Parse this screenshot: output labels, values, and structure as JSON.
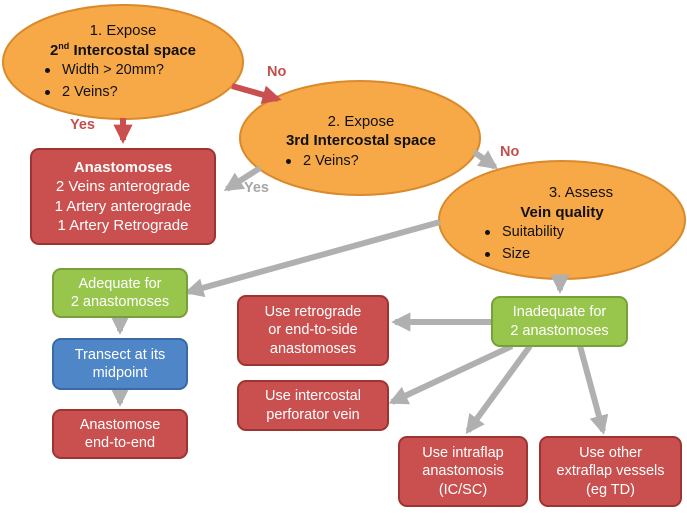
{
  "nodes": {
    "step1": {
      "title": "1. Expose",
      "subtitle_ord": "2",
      "subtitle_sup": "nd",
      "subtitle_rest": " Intercostal space",
      "bullets": [
        "Width > 20mm?",
        "2 Veins?"
      ]
    },
    "step2": {
      "title": "2. Expose",
      "subtitle": "3rd Intercostal space",
      "bullets": [
        "2 Veins?"
      ]
    },
    "step3": {
      "title": "3. Assess",
      "subtitle": "Vein quality",
      "bullets": [
        "Suitability",
        "Size"
      ]
    },
    "anastomoses": {
      "title": "Anastomoses",
      "lines": [
        "2 Veins anterograde",
        "1 Artery anterograde",
        "1 Artery Retrograde"
      ]
    },
    "adequate": {
      "lines": [
        "Adequate for",
        "2 anastomoses"
      ]
    },
    "transect": {
      "lines": [
        "Transect at its",
        "midpoint"
      ]
    },
    "end_to_end": {
      "lines": [
        "Anastomose",
        "end-to-end"
      ]
    },
    "inadequate": {
      "lines": [
        "Inadequate for",
        "2 anastomoses"
      ]
    },
    "retrograde": {
      "lines": [
        "Use retrograde",
        "or end-to-side",
        "anastomoses"
      ]
    },
    "intercostal": {
      "lines": [
        "Use intercostal",
        "perforator vein"
      ]
    },
    "intraflap": {
      "lines": [
        "Use intraflap",
        "anastomosis",
        "(IC/SC)"
      ]
    },
    "extraflap": {
      "lines": [
        "Use other",
        "extraflap vessels",
        "(eg TD)"
      ]
    }
  },
  "labels": {
    "yes1": "Yes",
    "no1": "No",
    "yes2": "Yes",
    "no2": "No"
  },
  "colors": {
    "oval_fill": "#f7a948",
    "oval_stroke": "#d98a2c",
    "red_fill": "#c9504e",
    "green_fill": "#98c64d",
    "blue_fill": "#4f86c8",
    "red_arrow": "#c9504e",
    "gray_arrow": "#b0b0b0"
  }
}
